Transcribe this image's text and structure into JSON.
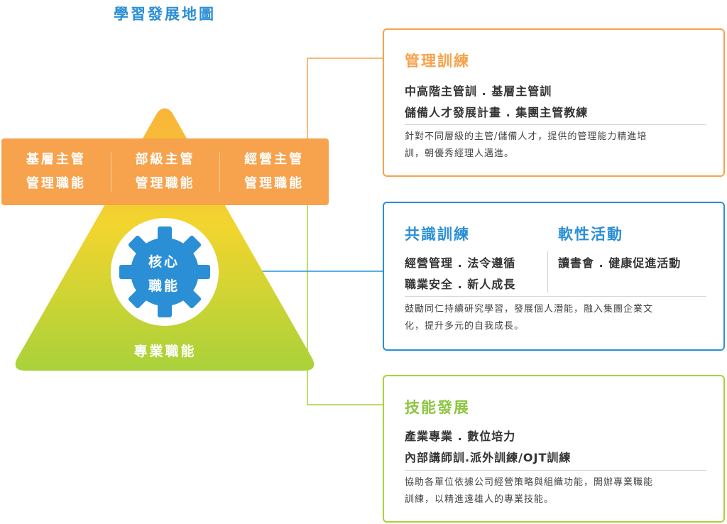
{
  "title": "學習發展地圖",
  "pyramid": {
    "management_columns": [
      {
        "line1": "基層主管",
        "line2": "管理職能"
      },
      {
        "line1": "部級主管",
        "line2": "管理職能"
      },
      {
        "line1": "經營主管",
        "line2": "管理職能"
      }
    ],
    "core": {
      "line1": "核心",
      "line2": "職能"
    },
    "base": "專業職能"
  },
  "cards": {
    "management": {
      "title": "管理訓練",
      "items": [
        "中高階主管訓 . 基層主管訓",
        "儲備人才發展計畫 . 集團主管教練"
      ],
      "desc_line1": "針對不同層級的主管/儲備人才，提供的管理能力精進培",
      "desc_line2": "訓，朝優秀經理人邁進。"
    },
    "core": {
      "title_left": "共識訓練",
      "title_right": "軟性活動",
      "items_left": [
        "經營管理 . 法令遵循",
        "職業安全 . 新人成長"
      ],
      "items_right": [
        "讀書會 . 健康促進活動"
      ],
      "desc_line1": "鼓勵同仁持續研究學習，發展個人潛能，融入集團企業文",
      "desc_line2": "化，提升多元的自我成長。"
    },
    "skills": {
      "title": "技能發展",
      "items": [
        "產業專業 . 數位培力",
        "內部講師訓.派外訓練/OJT訓練"
      ],
      "desc_line1": "協助各單位依據公司經營策略與組織功能，開辦專業職能",
      "desc_line2": "訓練，以精進遠雄人的專業技能。"
    }
  },
  "colors": {
    "title": "#2b8fd6",
    "management": "#f7a24c",
    "core": "#2b8fd6",
    "skills": "#8cc53f",
    "gear": "#2b8fd6"
  }
}
